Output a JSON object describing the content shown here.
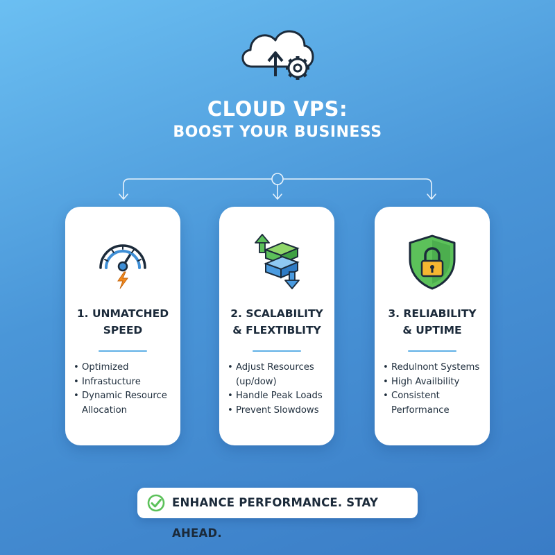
{
  "header": {
    "icon": "cloud-upload-gear-icon",
    "title_line_1": "CLOUD VPS:",
    "title_line_2": "BOOST YOUR BUSINESS"
  },
  "cards": [
    {
      "icon": "speedometer-lightning-icon",
      "heading_line_1": "1. UNMATCHED",
      "heading_line_2": "SPEED",
      "bullets": [
        "Optimized",
        "Infrastucture",
        "Dynamic Resource",
        "Allocation"
      ]
    },
    {
      "icon": "server-stack-arrows-icon",
      "heading_line_1": "2. SCALABILITY",
      "heading_line_2": "& FLEXTIBLITY",
      "bullets": [
        "Adjust Resources",
        "(up/dow)",
        "Handle Peak Loads",
        "Prevent Slowdows"
      ]
    },
    {
      "icon": "shield-lock-icon",
      "heading_line_1": "3. RELIABILITY",
      "heading_line_2": "& UPTIME",
      "bullets": [
        "Redulnont Systems",
        "High Availbility",
        "Consistent",
        "Performance"
      ]
    }
  ],
  "tagline": {
    "icon": "check-circle-icon",
    "text": "ENHANCE PERFORMANCE. STAY AHEAD."
  },
  "colors": {
    "background_top": "#6bbff2",
    "background_bottom": "#3a7cc6",
    "accent_green": "#5cc15a",
    "accent_blue": "#3f8fd6",
    "accent_orange": "#f28a1e",
    "text_dark": "#1b2a3a"
  }
}
